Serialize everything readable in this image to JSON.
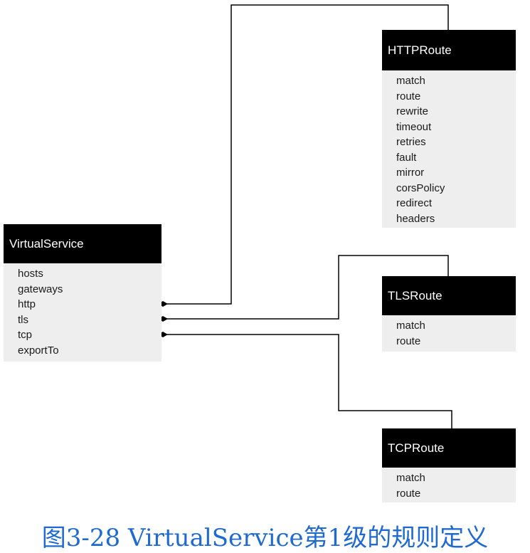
{
  "virtual_service": {
    "title": "VirtualService",
    "fields": [
      "hosts",
      "gateways",
      "http",
      "tls",
      "tcp",
      "exportTo"
    ]
  },
  "http_route": {
    "title": "HTTPRoute",
    "fields": [
      "match",
      "route",
      "rewrite",
      "timeout",
      "retries",
      "fault",
      "mirror",
      "corsPolicy",
      "redirect",
      "headers"
    ]
  },
  "tls_route": {
    "title": "TLSRoute",
    "fields": [
      "match",
      "route"
    ]
  },
  "tcp_route": {
    "title": "TCPRoute",
    "fields": [
      "match",
      "route"
    ]
  },
  "caption": "图3-28 VirtualService第1级的规则定义",
  "colors": {
    "header_bg": "#000000",
    "box_bg": "#eeeeee",
    "line": "#000000",
    "caption": "#1f6ad0"
  }
}
